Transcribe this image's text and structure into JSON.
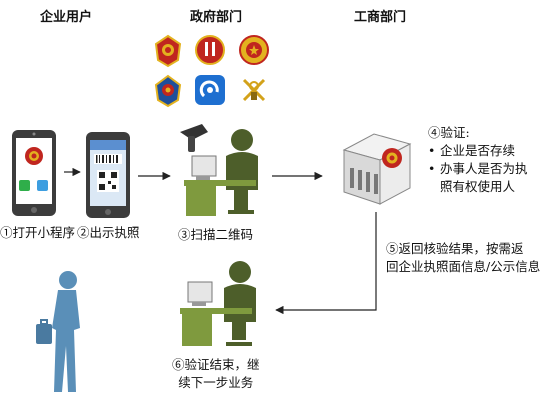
{
  "columns": {
    "user": "企业用户",
    "gov": "政府部门",
    "business": "工商部门"
  },
  "steps": {
    "s1": "①打开小程序",
    "s2": "②出示执照",
    "s3": "③扫描二维码",
    "s4_title": "④验证:",
    "s4_bullets": [
      "企业是否存续",
      "办事人是否为执",
      "照有权使用人"
    ],
    "s5_line1": "⑤返回核验结果，按需返",
    "s5_line2": "回企业执照面信息/公示信息",
    "s6_line1": "⑥验证结束，继",
    "s6_line2": "续下一步业务"
  },
  "icons": [
    "police-badge-icon",
    "court-badge-icon",
    "procuratorate-badge-icon",
    "customs-badge-icon",
    "service-app-icon",
    "customs-key-icon"
  ],
  "colors": {
    "arrow": "#222222",
    "figure_blue": "#5a8fb8",
    "worker_green": "#4d5e2a",
    "desk_green": "#7f9a3e",
    "phone_body": "#444444",
    "emblem_red": "#c0261f",
    "emblem_gold": "#e3b21f"
  }
}
